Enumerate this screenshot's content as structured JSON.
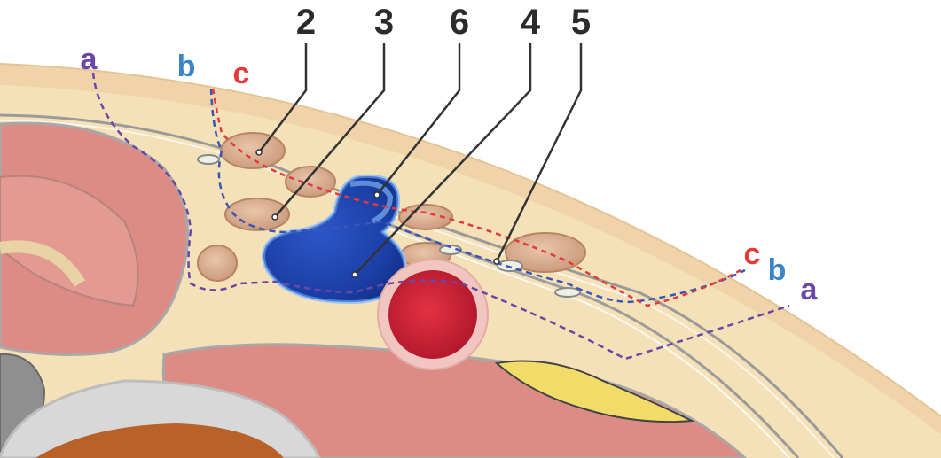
{
  "figure": {
    "numbers": [
      "2",
      "3",
      "6",
      "4",
      "5"
    ],
    "left_letters": [
      "a",
      "b",
      "c"
    ],
    "right_letters": [
      "c",
      "b",
      "a"
    ]
  },
  "colors": {
    "a": "#6a46a8",
    "b": "#3a84c8",
    "c": "#e5393b",
    "fat": "#f5e4bb",
    "muscle": "#dc8c84",
    "vein": "#1f4bb8",
    "artery": "#d41f35",
    "node": "#dcb296"
  }
}
